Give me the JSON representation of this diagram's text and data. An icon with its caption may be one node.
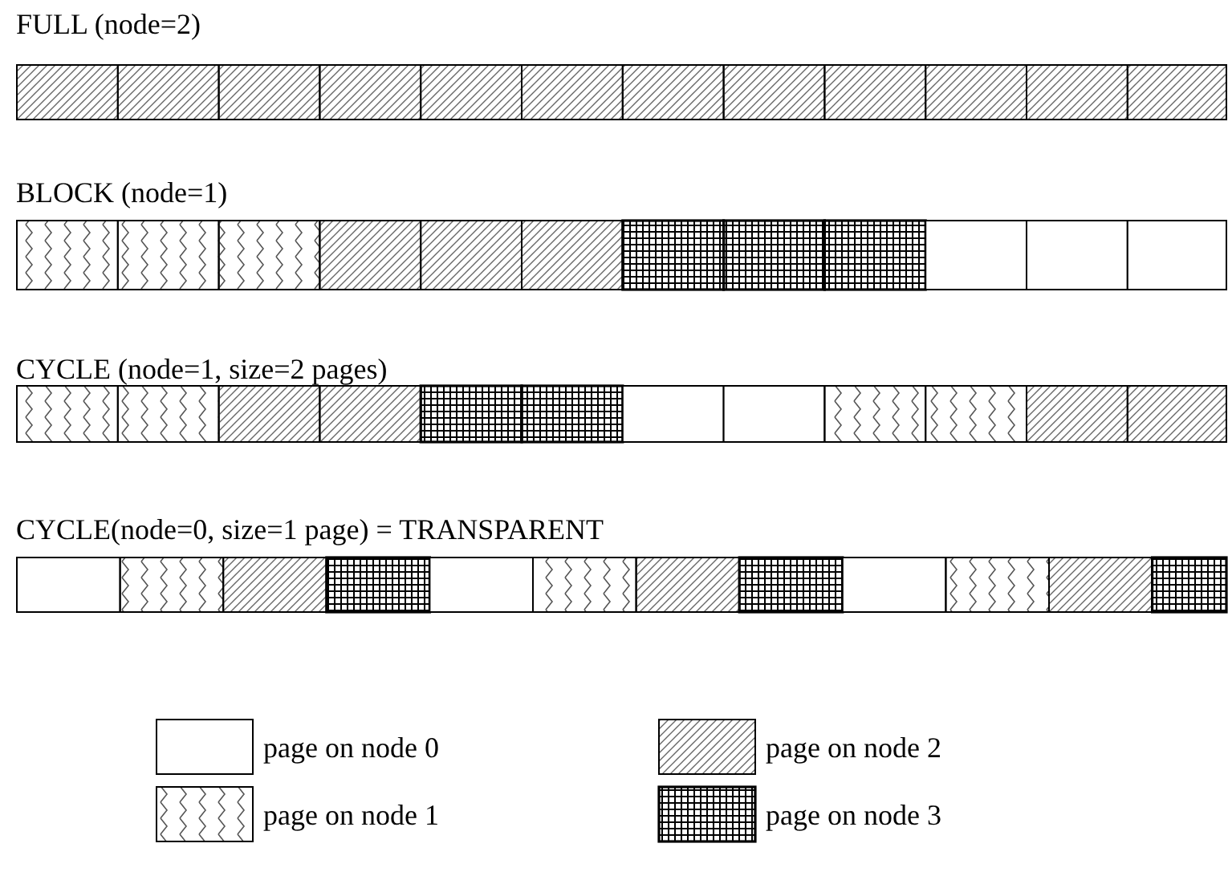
{
  "diagram": {
    "labels": [
      "FULL (node=2)",
      "BLOCK (node=1)",
      "CYCLE (node=1, size=2 pages)",
      "CYCLE(node=0, size=1 page) = TRANSPARENT"
    ],
    "legend": [
      {
        "text": "page on node 0"
      },
      {
        "text": "page on node 2"
      },
      {
        "text": "page on node 1"
      },
      {
        "text": "page on node 3"
      }
    ]
  }
}
